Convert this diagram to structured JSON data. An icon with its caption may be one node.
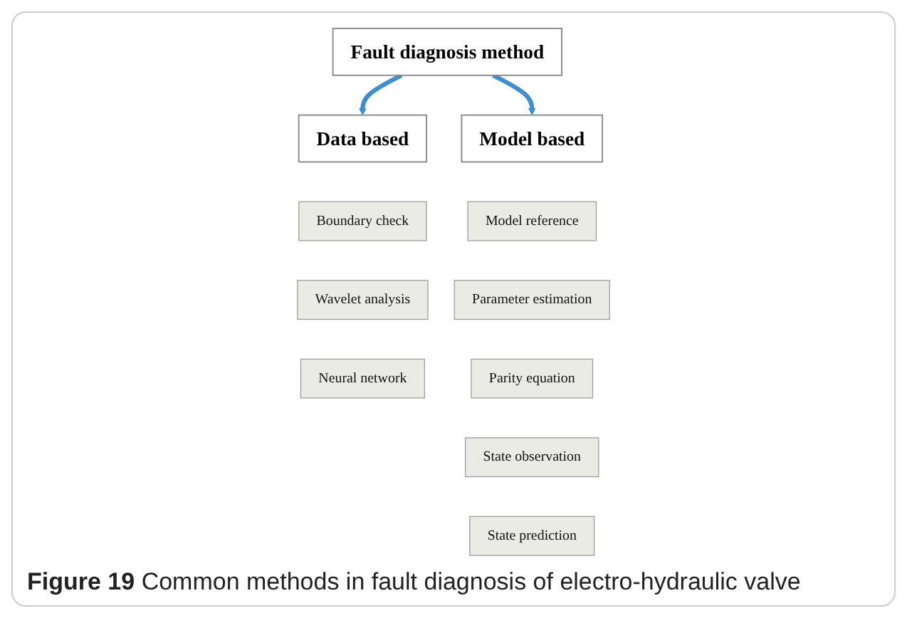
{
  "diagram": {
    "caption": "**Figure 19** Common methods in fault diagnosis of electro-hydraulic valve",
    "nodes": [
      {
        "text": [
          "Fault diagnosis method"
        ]
      },
      {
        "text": [
          "Data based"
        ]
      },
      {
        "text": [
          "Model based"
        ]
      },
      {
        "text": [
          "Boundary check"
        ]
      },
      {
        "text": [
          "Wavelet analysis"
        ]
      },
      {
        "text": [
          "Neural network"
        ]
      },
      {
        "text": [
          "Model reference"
        ]
      },
      {
        "text": [
          "Parameter estimation"
        ]
      },
      {
        "text": [
          "Parity equation"
        ]
      },
      {
        "text": [
          "State observation"
        ]
      },
      {
        "text": [
          "State prediction"
        ]
      }
    ],
    "edges": [
      {
        "from": 0,
        "to": 1,
        "arrow": "to",
        "color": "#3f8fd0"
      },
      {
        "from": 0,
        "to": 2,
        "arrow": "to",
        "color": "#3f8fd0"
      }
    ]
  }
}
